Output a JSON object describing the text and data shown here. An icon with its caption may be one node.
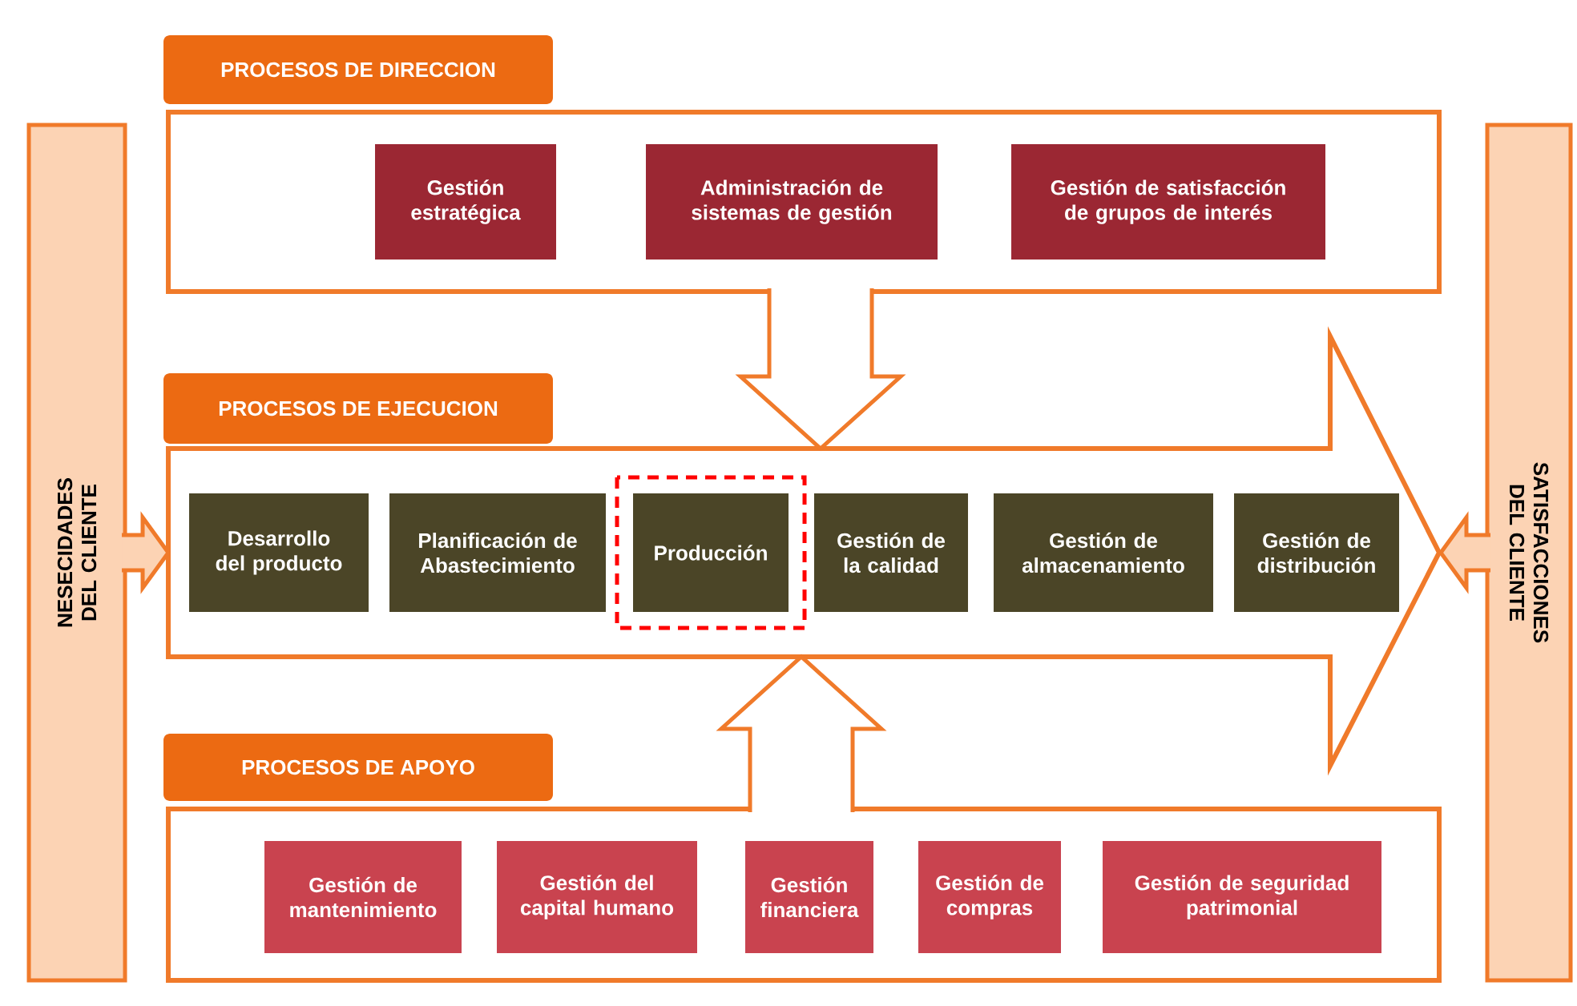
{
  "diagram": {
    "nodes": [
      {
        "text": [
          "NESECIDADES DEL CLIENTE"
        ]
      },
      {
        "text": [
          "SATISFACCIONES DEL CLIENTE"
        ]
      },
      {
        "text": [
          "PROCESOS DE DIRECCION"
        ]
      },
      {
        "text": [
          "Gestión estratégica"
        ],
        "in": 2
      },
      {
        "text": [
          "Administración de sistemas de gestión"
        ],
        "in": 2
      },
      {
        "text": [
          "Gestión de satisfacción de grupos de interés"
        ],
        "in": 2
      },
      {
        "text": [
          "PROCESOS DE EJECUCION"
        ]
      },
      {
        "text": [
          "Desarrollo del producto"
        ],
        "in": 6
      },
      {
        "text": [
          "Planificación de Abastecimiento"
        ],
        "in": 6
      },
      {
        "text": [
          "Producción"
        ],
        "in": 6
      },
      {
        "text": [
          "Gestión de la calidad"
        ],
        "in": 6
      },
      {
        "text": [
          "Gestión de almacenamiento"
        ],
        "in": 6
      },
      {
        "text": [
          "Gestión de distribución"
        ],
        "in": 6
      },
      {
        "text": [
          "PROCESOS DE APOYO"
        ]
      },
      {
        "text": [
          "Gestión de mantenimiento"
        ],
        "in": 13
      },
      {
        "text": [
          "Gestión del capital humano"
        ],
        "in": 13
      },
      {
        "text": [
          "Gestión financiera"
        ],
        "in": 13
      },
      {
        "text": [
          "Gestión de compras"
        ],
        "in": 13
      },
      {
        "text": [
          "Gestión de seguridad patrimonial"
        ],
        "in": 13
      }
    ],
    "edges": [
      {
        "from": 0,
        "to": 6,
        "arrow": "to"
      },
      {
        "from": 1,
        "to": 6,
        "arrow": "to"
      },
      {
        "from": 2,
        "to": 6,
        "arrow": "to"
      },
      {
        "from": 13,
        "to": 6,
        "arrow": "to"
      }
    ]
  }
}
